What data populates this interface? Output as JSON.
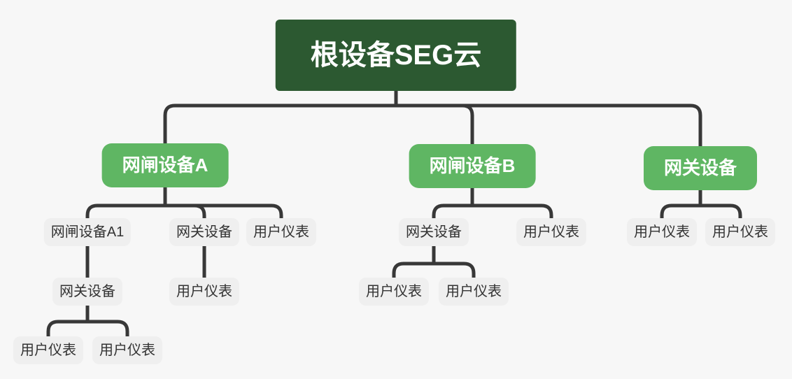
{
  "diagram_type": "device-hierarchy-tree",
  "colors": {
    "page_bg": "#f7f7f7",
    "root_bg": "#2c5931",
    "branch_bg": "#5fb663",
    "leaf_bg": "#efefef",
    "leaf_text": "#333333",
    "line": "#383838"
  },
  "tree": {
    "label": "根设备SEG云",
    "children": [
      {
        "label": "网闸设备A",
        "children": [
          {
            "label": "网闸设备A1",
            "children": [
              {
                "label": "网关设备",
                "children": [
                  {
                    "label": "用户仪表"
                  },
                  {
                    "label": "用户仪表"
                  }
                ]
              }
            ]
          },
          {
            "label": "网关设备",
            "children": [
              {
                "label": "用户仪表"
              }
            ]
          },
          {
            "label": "用户仪表"
          }
        ]
      },
      {
        "label": "网闸设备B",
        "children": [
          {
            "label": "网关设备",
            "children": [
              {
                "label": "用户仪表"
              },
              {
                "label": "用户仪表"
              }
            ]
          },
          {
            "label": "用户仪表"
          }
        ]
      },
      {
        "label": "网关设备",
        "children": [
          {
            "label": "用户仪表"
          },
          {
            "label": "用户仪表"
          }
        ]
      }
    ]
  }
}
